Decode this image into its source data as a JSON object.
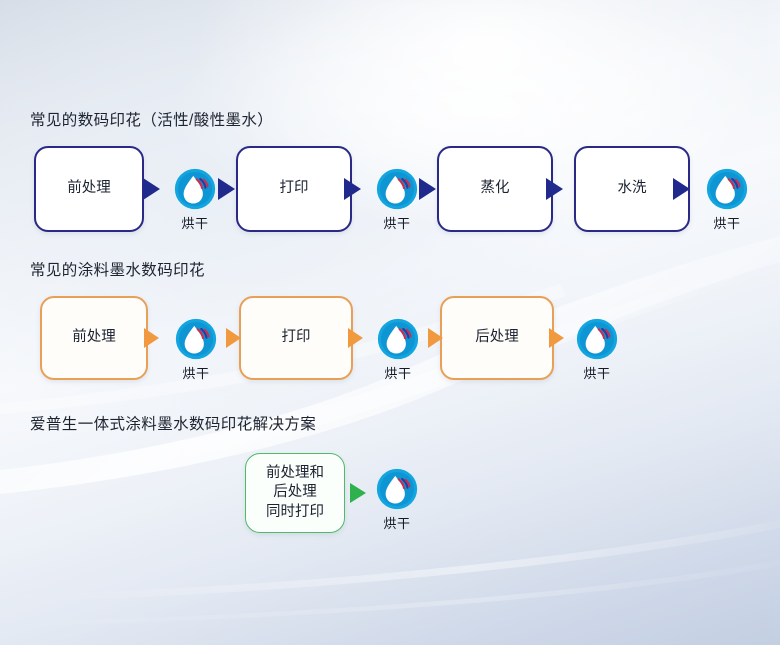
{
  "meta": {
    "accent_blue": "#2a2a86",
    "accent_orange": "#e8a059",
    "accent_green": "#4dbb6a",
    "icon_blue": "#12a5e0",
    "arrow_blue": "#1f2a8c",
    "arrow_orange": "#f0993f",
    "arrow_green": "#2fb14e"
  },
  "sections": [
    {
      "id": "reactive-acid-ink",
      "title": "常见的数码印花（活性/酸性墨水）",
      "theme": "blue",
      "steps": [
        {
          "label": "前处理"
        },
        {
          "label": "打印"
        },
        {
          "label": "蒸化"
        },
        {
          "label": "水洗"
        }
      ],
      "dryers": [
        {
          "label": "烘干"
        },
        {
          "label": "烘干"
        },
        {
          "label": "烘干"
        }
      ]
    },
    {
      "id": "pigment-ink",
      "title": "常见的涂料墨水数码印花",
      "theme": "orange",
      "steps": [
        {
          "label": "前处理"
        },
        {
          "label": "打印"
        },
        {
          "label": "后处理"
        }
      ],
      "dryers": [
        {
          "label": "烘干"
        },
        {
          "label": "烘干"
        },
        {
          "label": "烘干"
        }
      ]
    },
    {
      "id": "epson-all-in-one",
      "title": "爱普生一体式涂料墨水数码印花解决方案",
      "theme": "green",
      "steps": [
        {
          "label": "前处理和\n后处理\n同时打印"
        }
      ],
      "dryers": [
        {
          "label": "烘干"
        }
      ]
    }
  ],
  "icons": {
    "dry_icon_name": "dry-heat-droplet-icon",
    "arrow_icon_name": "arrow-right-icon"
  }
}
